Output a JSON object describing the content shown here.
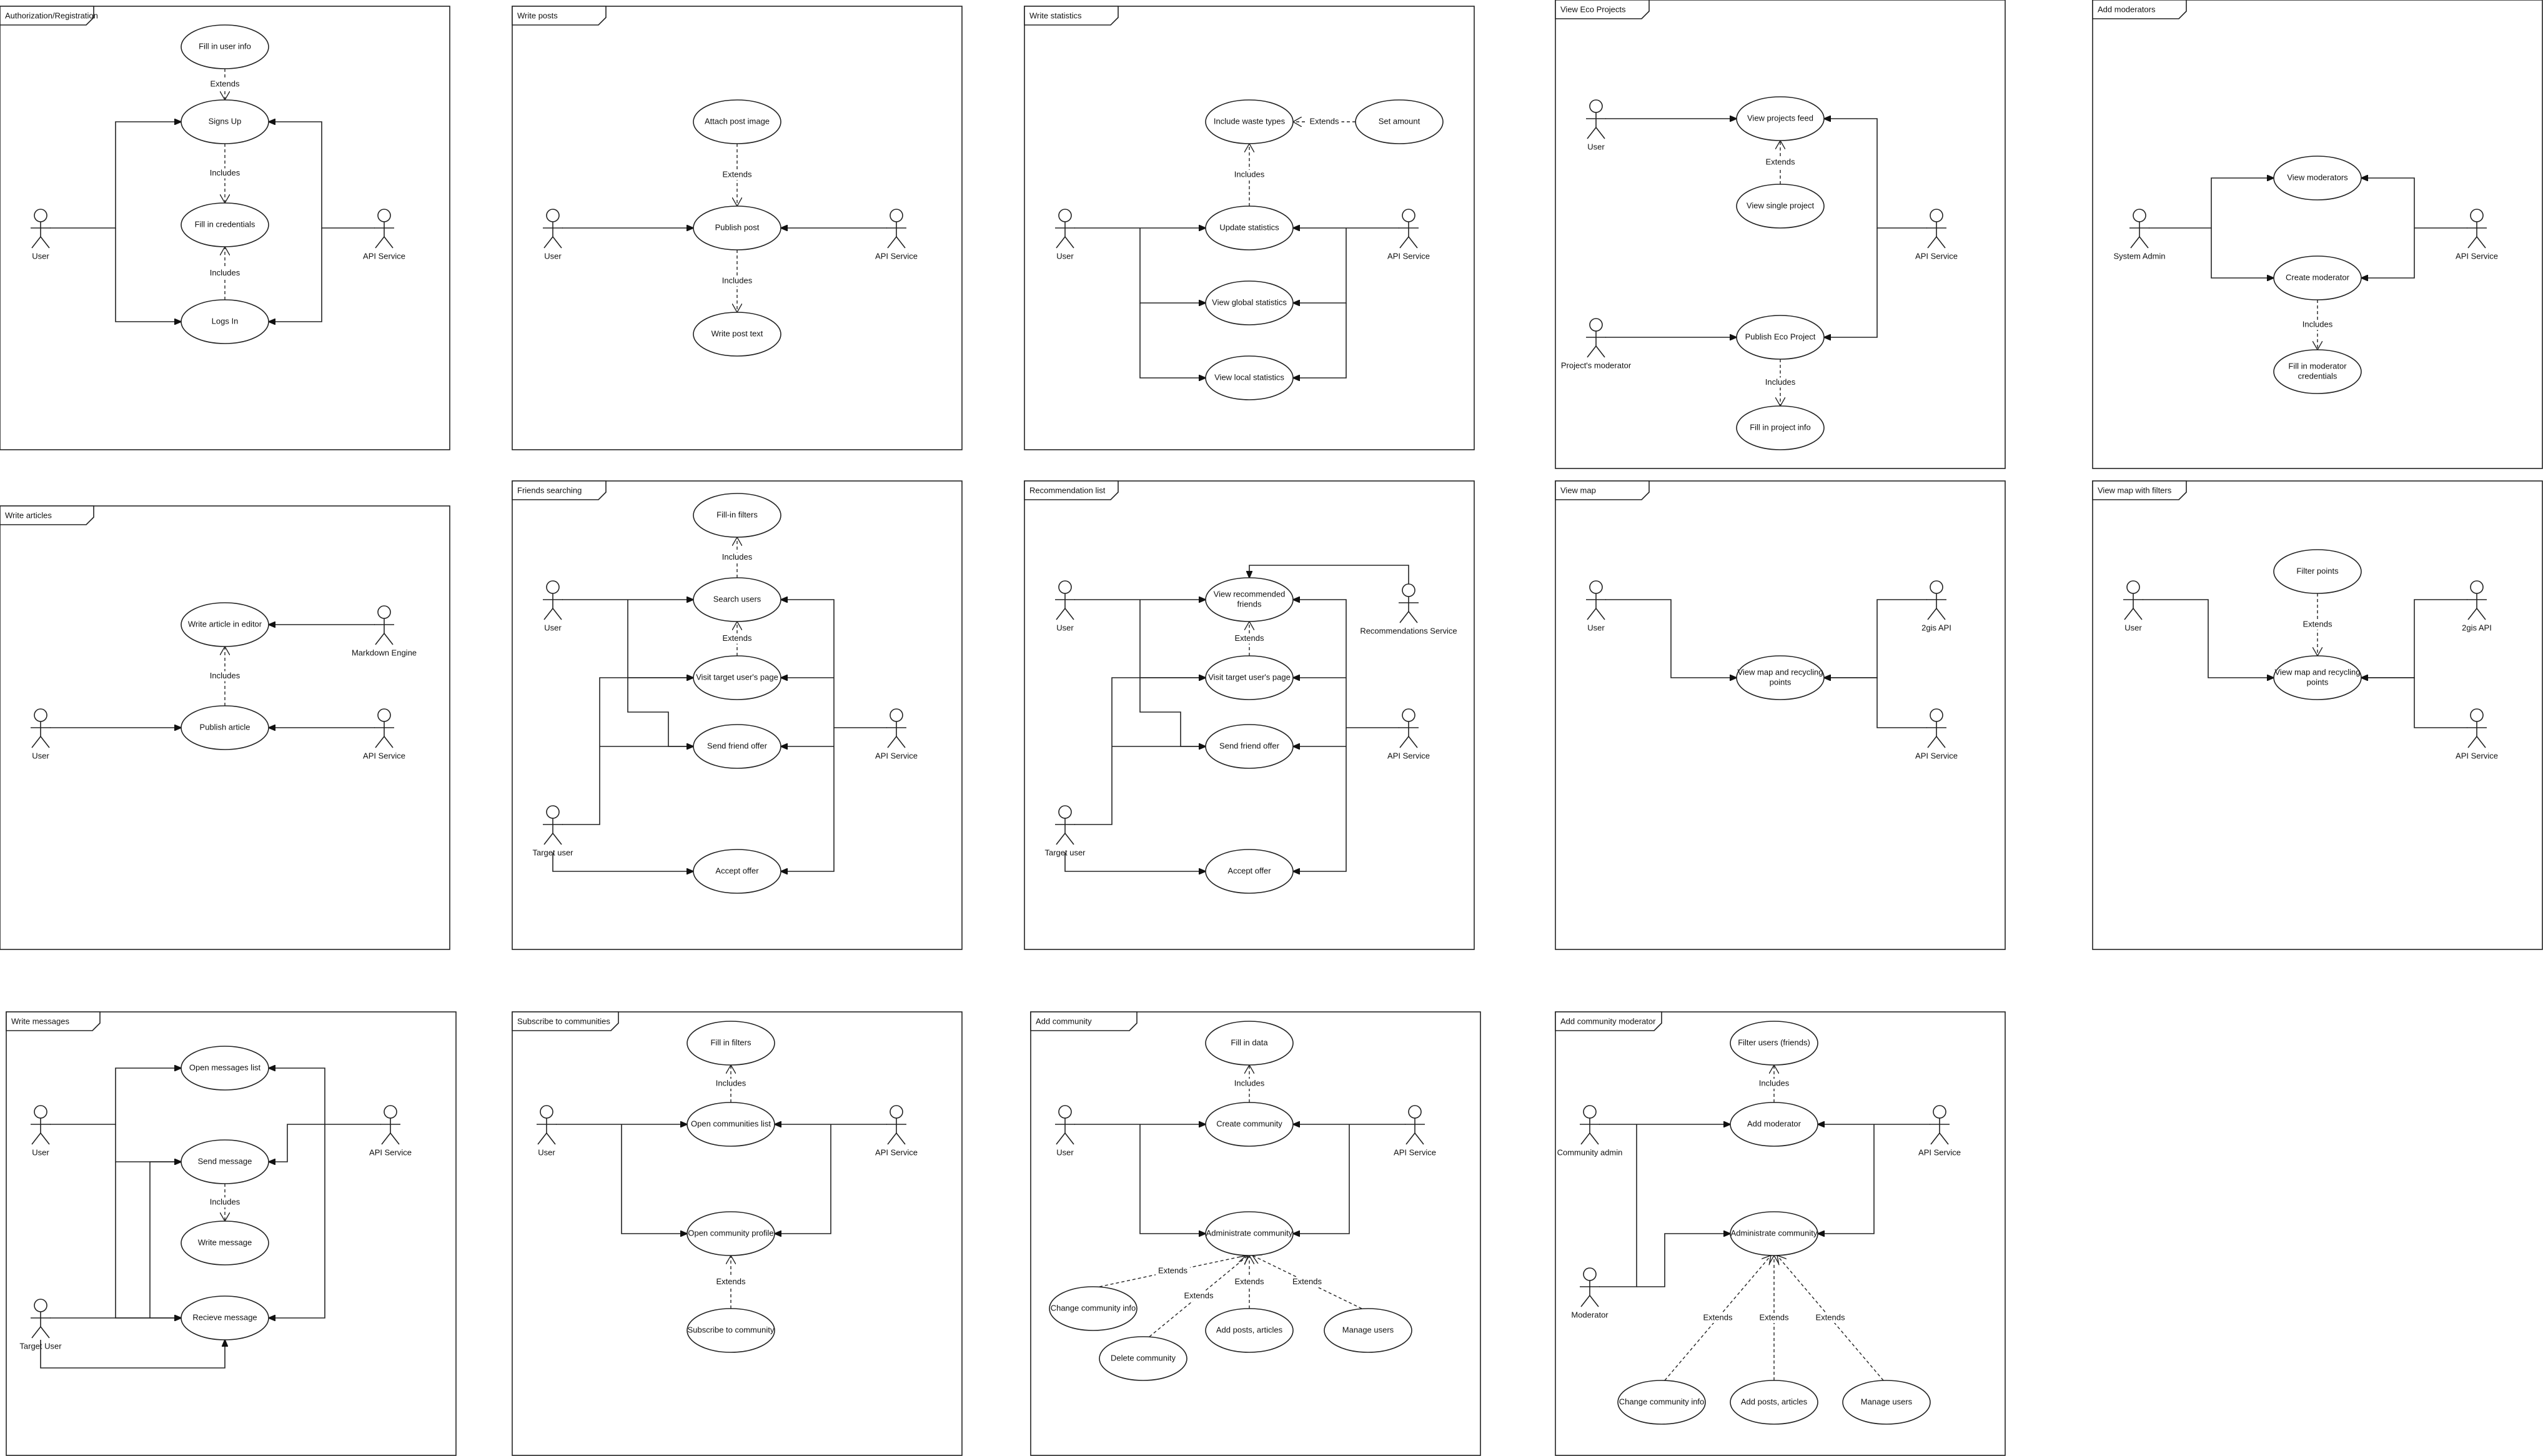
{
  "frames": {
    "f1": "Authorization/Registration",
    "f2": "Write posts",
    "f3": "Write statistics",
    "f4": "View Eco Projects",
    "f5": "Add moderators",
    "f6": "Write articles",
    "f7": "Friends searching",
    "f8": "Recommendation list",
    "f9": "View map",
    "f10": "View map with filters",
    "f11": "Write messages",
    "f12": "Subscribe to communities",
    "f13": "Add community",
    "f14": "Add community moderator"
  },
  "actors": {
    "user": "User",
    "api_service": "API Service",
    "markdown_engine": "Markdown Engine",
    "target_user": "Target user",
    "target_user_cap": "Target User",
    "recommendations_service": "Recommendations Service",
    "projects_moderator": "Project's moderator",
    "system_admin": "System Admin",
    "twogis_api": "2gis API",
    "community_admin": "Community admin",
    "moderator": "Moderator"
  },
  "usecases": {
    "fill_user_info": "Fill in user info",
    "signs_up": "Signs Up",
    "fill_credentials": "Fill in credentials",
    "logs_in": "Logs In",
    "attach_post_image": "Attach post image",
    "publish_post": "Publish post",
    "write_post_text": "Write post text",
    "include_waste_types": "Include waste types",
    "set_amount": "Set amount",
    "update_statistics": "Update statistics",
    "view_global_statistics": "View global statistics",
    "view_local_statistics": "View local statistics",
    "view_projects_feed": "View projects feed",
    "view_single_project": "View single project",
    "publish_eco_project": "Publish Eco Project",
    "fill_project_info": "Fill in project info",
    "view_moderators": "View moderators",
    "create_moderator": "Create moderator",
    "fill_moderator_credentials_1": "Fill in moderator",
    "fill_moderator_credentials_2": "credentials",
    "write_article_in_editor": "Write article in editor",
    "publish_article": "Publish article",
    "fill_in_filters": "Fill-in filters",
    "search_users": "Search users",
    "visit_target_users_page": "Visit target user's page",
    "send_friend_offer": "Send friend offer",
    "accept_offer": "Accept offer",
    "view_recommended_friends_1": "View recommended",
    "view_recommended_friends_2": "friends",
    "view_map_recycling_1": "View map and recycling",
    "view_map_recycling_2": "points",
    "filter_points": "Filter points",
    "open_messages_list": "Open messages list",
    "send_message": "Send message",
    "write_message": "Write message",
    "recieve_message": "Recieve message",
    "fill_in_filters_2": "Fill in filters",
    "open_communities_list": "Open communities list",
    "open_community_profile": "Open community profile",
    "subscribe_to_community": "Subscribe to community",
    "fill_in_data": "Fill in data",
    "create_community": "Create community",
    "administrate_community": "Administrate community",
    "change_community_info": "Change community info",
    "delete_community": "Delete community",
    "add_posts_articles": "Add posts, articles",
    "manage_users": "Manage users",
    "filter_users_friends": "Filter users (friends)",
    "add_moderator": "Add moderator"
  },
  "relations": {
    "extends": "Extends",
    "includes": "Includes"
  }
}
